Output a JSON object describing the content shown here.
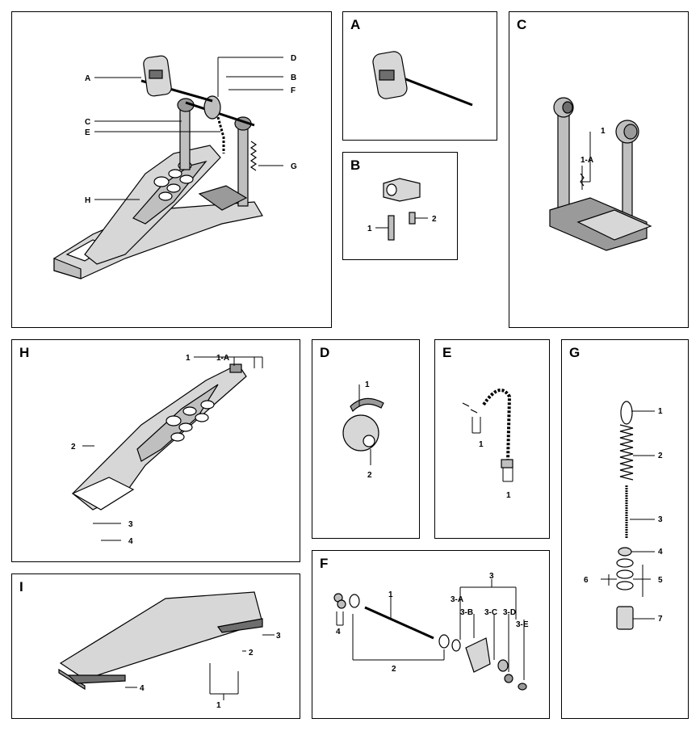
{
  "panels": {
    "main": {
      "title": "",
      "callouts": [
        "A",
        "B",
        "C",
        "D",
        "E",
        "F",
        "G",
        "H"
      ]
    },
    "a": {
      "title": "A"
    },
    "b": {
      "title": "B",
      "parts": [
        "1",
        "2"
      ]
    },
    "c": {
      "title": "C",
      "parts": [
        "1",
        "1-A"
      ]
    },
    "h": {
      "title": "H",
      "parts": [
        "1",
        "1-A",
        "2",
        "3",
        "4"
      ]
    },
    "d": {
      "title": "D",
      "parts": [
        "1",
        "2"
      ]
    },
    "e": {
      "title": "E",
      "parts": [
        "1",
        "1"
      ]
    },
    "g": {
      "title": "G",
      "parts": [
        "1",
        "2",
        "3",
        "4",
        "5",
        "6",
        "7"
      ]
    },
    "i": {
      "title": "I",
      "parts": [
        "1",
        "2",
        "3",
        "4"
      ]
    },
    "f": {
      "title": "F",
      "parts": [
        "1",
        "2",
        "3",
        "3-A",
        "3-B",
        "3-C",
        "3-D",
        "3-E",
        "4"
      ]
    }
  }
}
